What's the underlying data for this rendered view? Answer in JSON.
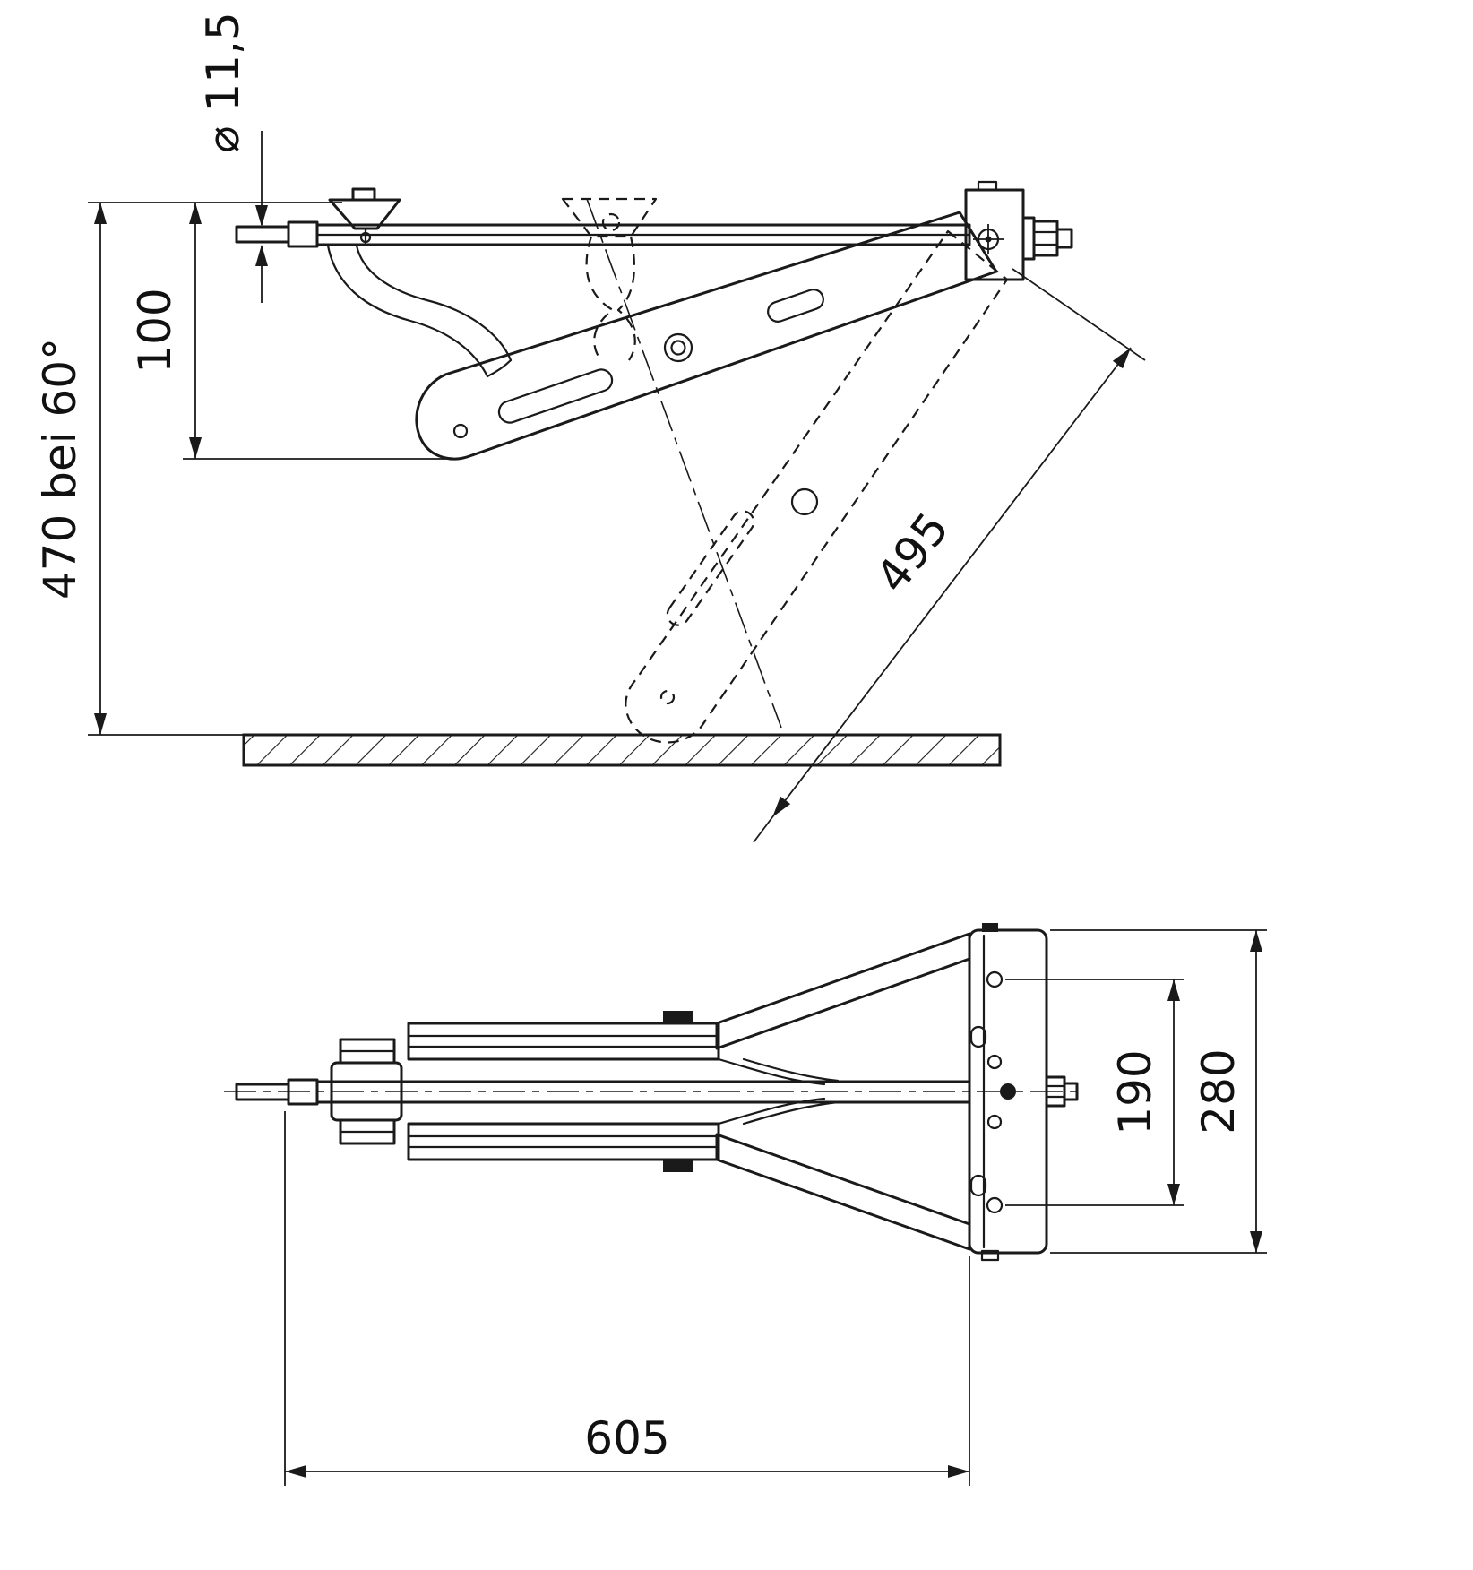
{
  "colors": {
    "ink": "#1a1a1a",
    "background": "#ffffff"
  },
  "dimensions": {
    "diameter": "⌀ 11,5",
    "height_100": "100",
    "height_470": "470 bei 60°",
    "length_495": "495",
    "length_605": "605",
    "spacing_190": "190",
    "height_280": "280"
  }
}
